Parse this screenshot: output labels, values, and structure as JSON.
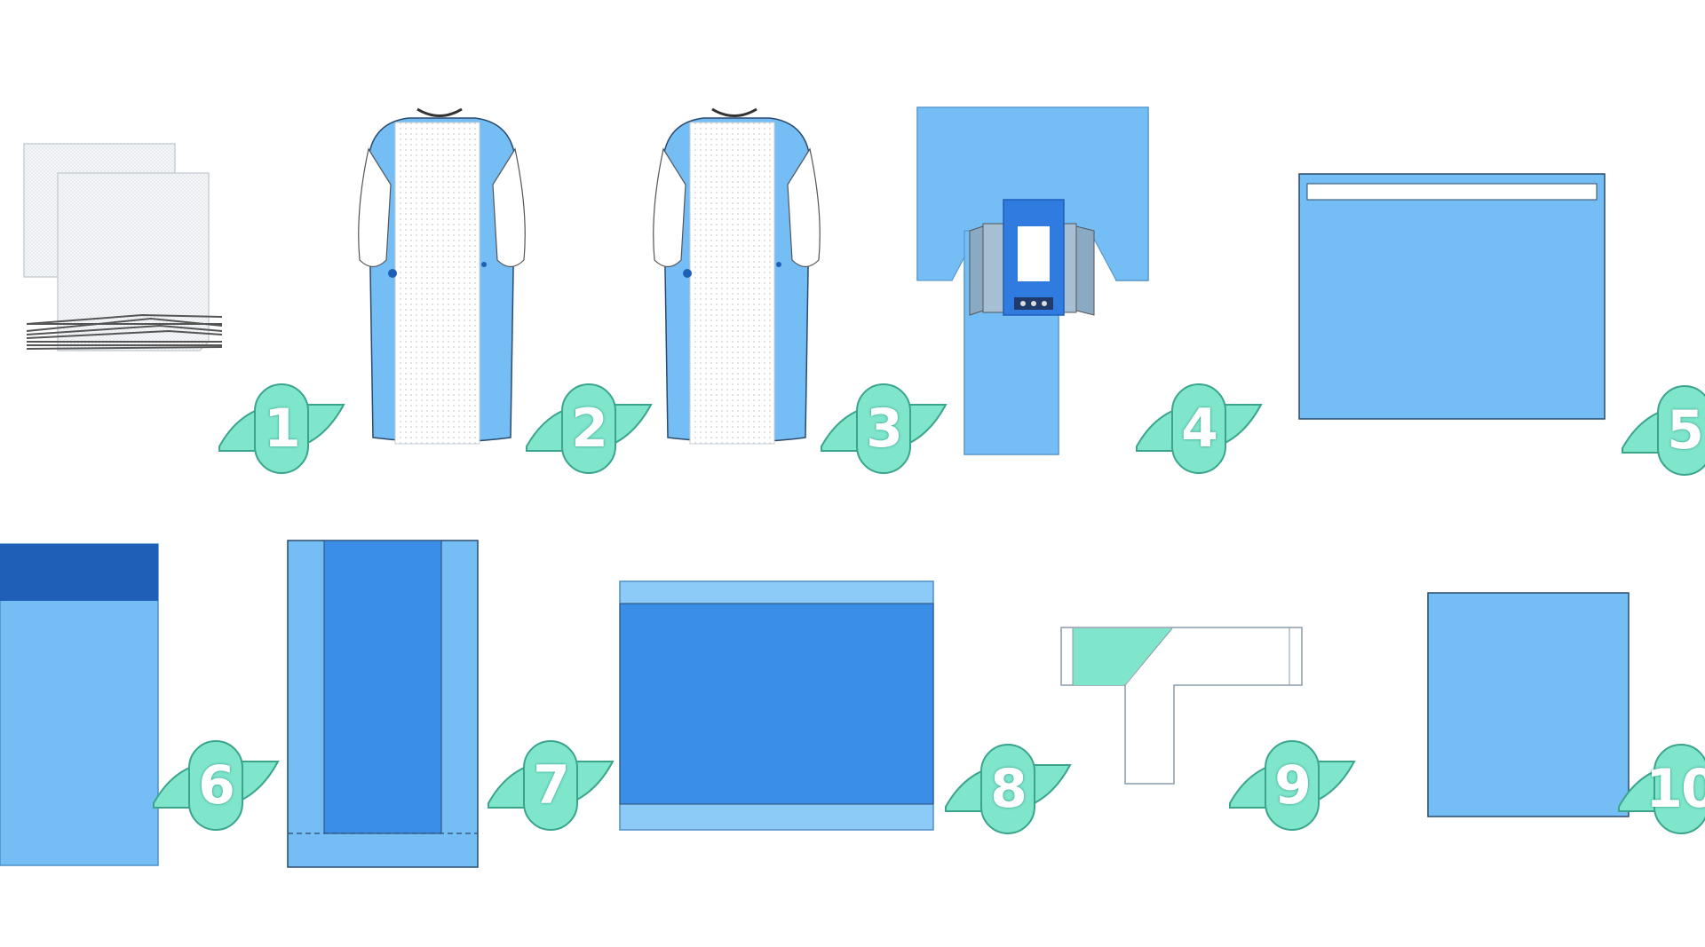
{
  "colors": {
    "drape_light": "#74bdf5",
    "drape_mid": "#3a8ee8",
    "drape_dark": "#1f5fb8",
    "drape_pale": "#8ccaf7",
    "badge_fill": "#7fe6cc",
    "badge_stroke": "#3aa58c",
    "outline": "#2b4a6b"
  },
  "items": [
    {
      "number": "1",
      "description": "gauze-swabs"
    },
    {
      "number": "2",
      "description": "reinforced-surgical-gown"
    },
    {
      "number": "3",
      "description": "reinforced-surgical-gown"
    },
    {
      "number": "4",
      "description": "u-split-drape"
    },
    {
      "number": "5",
      "description": "table-cover-with-tape"
    },
    {
      "number": "6",
      "description": "mayo-stand-cover"
    },
    {
      "number": "7",
      "description": "reinforced-drape"
    },
    {
      "number": "8",
      "description": "reinforced-table-cover"
    },
    {
      "number": "9",
      "description": "hand-towel"
    },
    {
      "number": "10",
      "description": "plain-drape"
    }
  ]
}
